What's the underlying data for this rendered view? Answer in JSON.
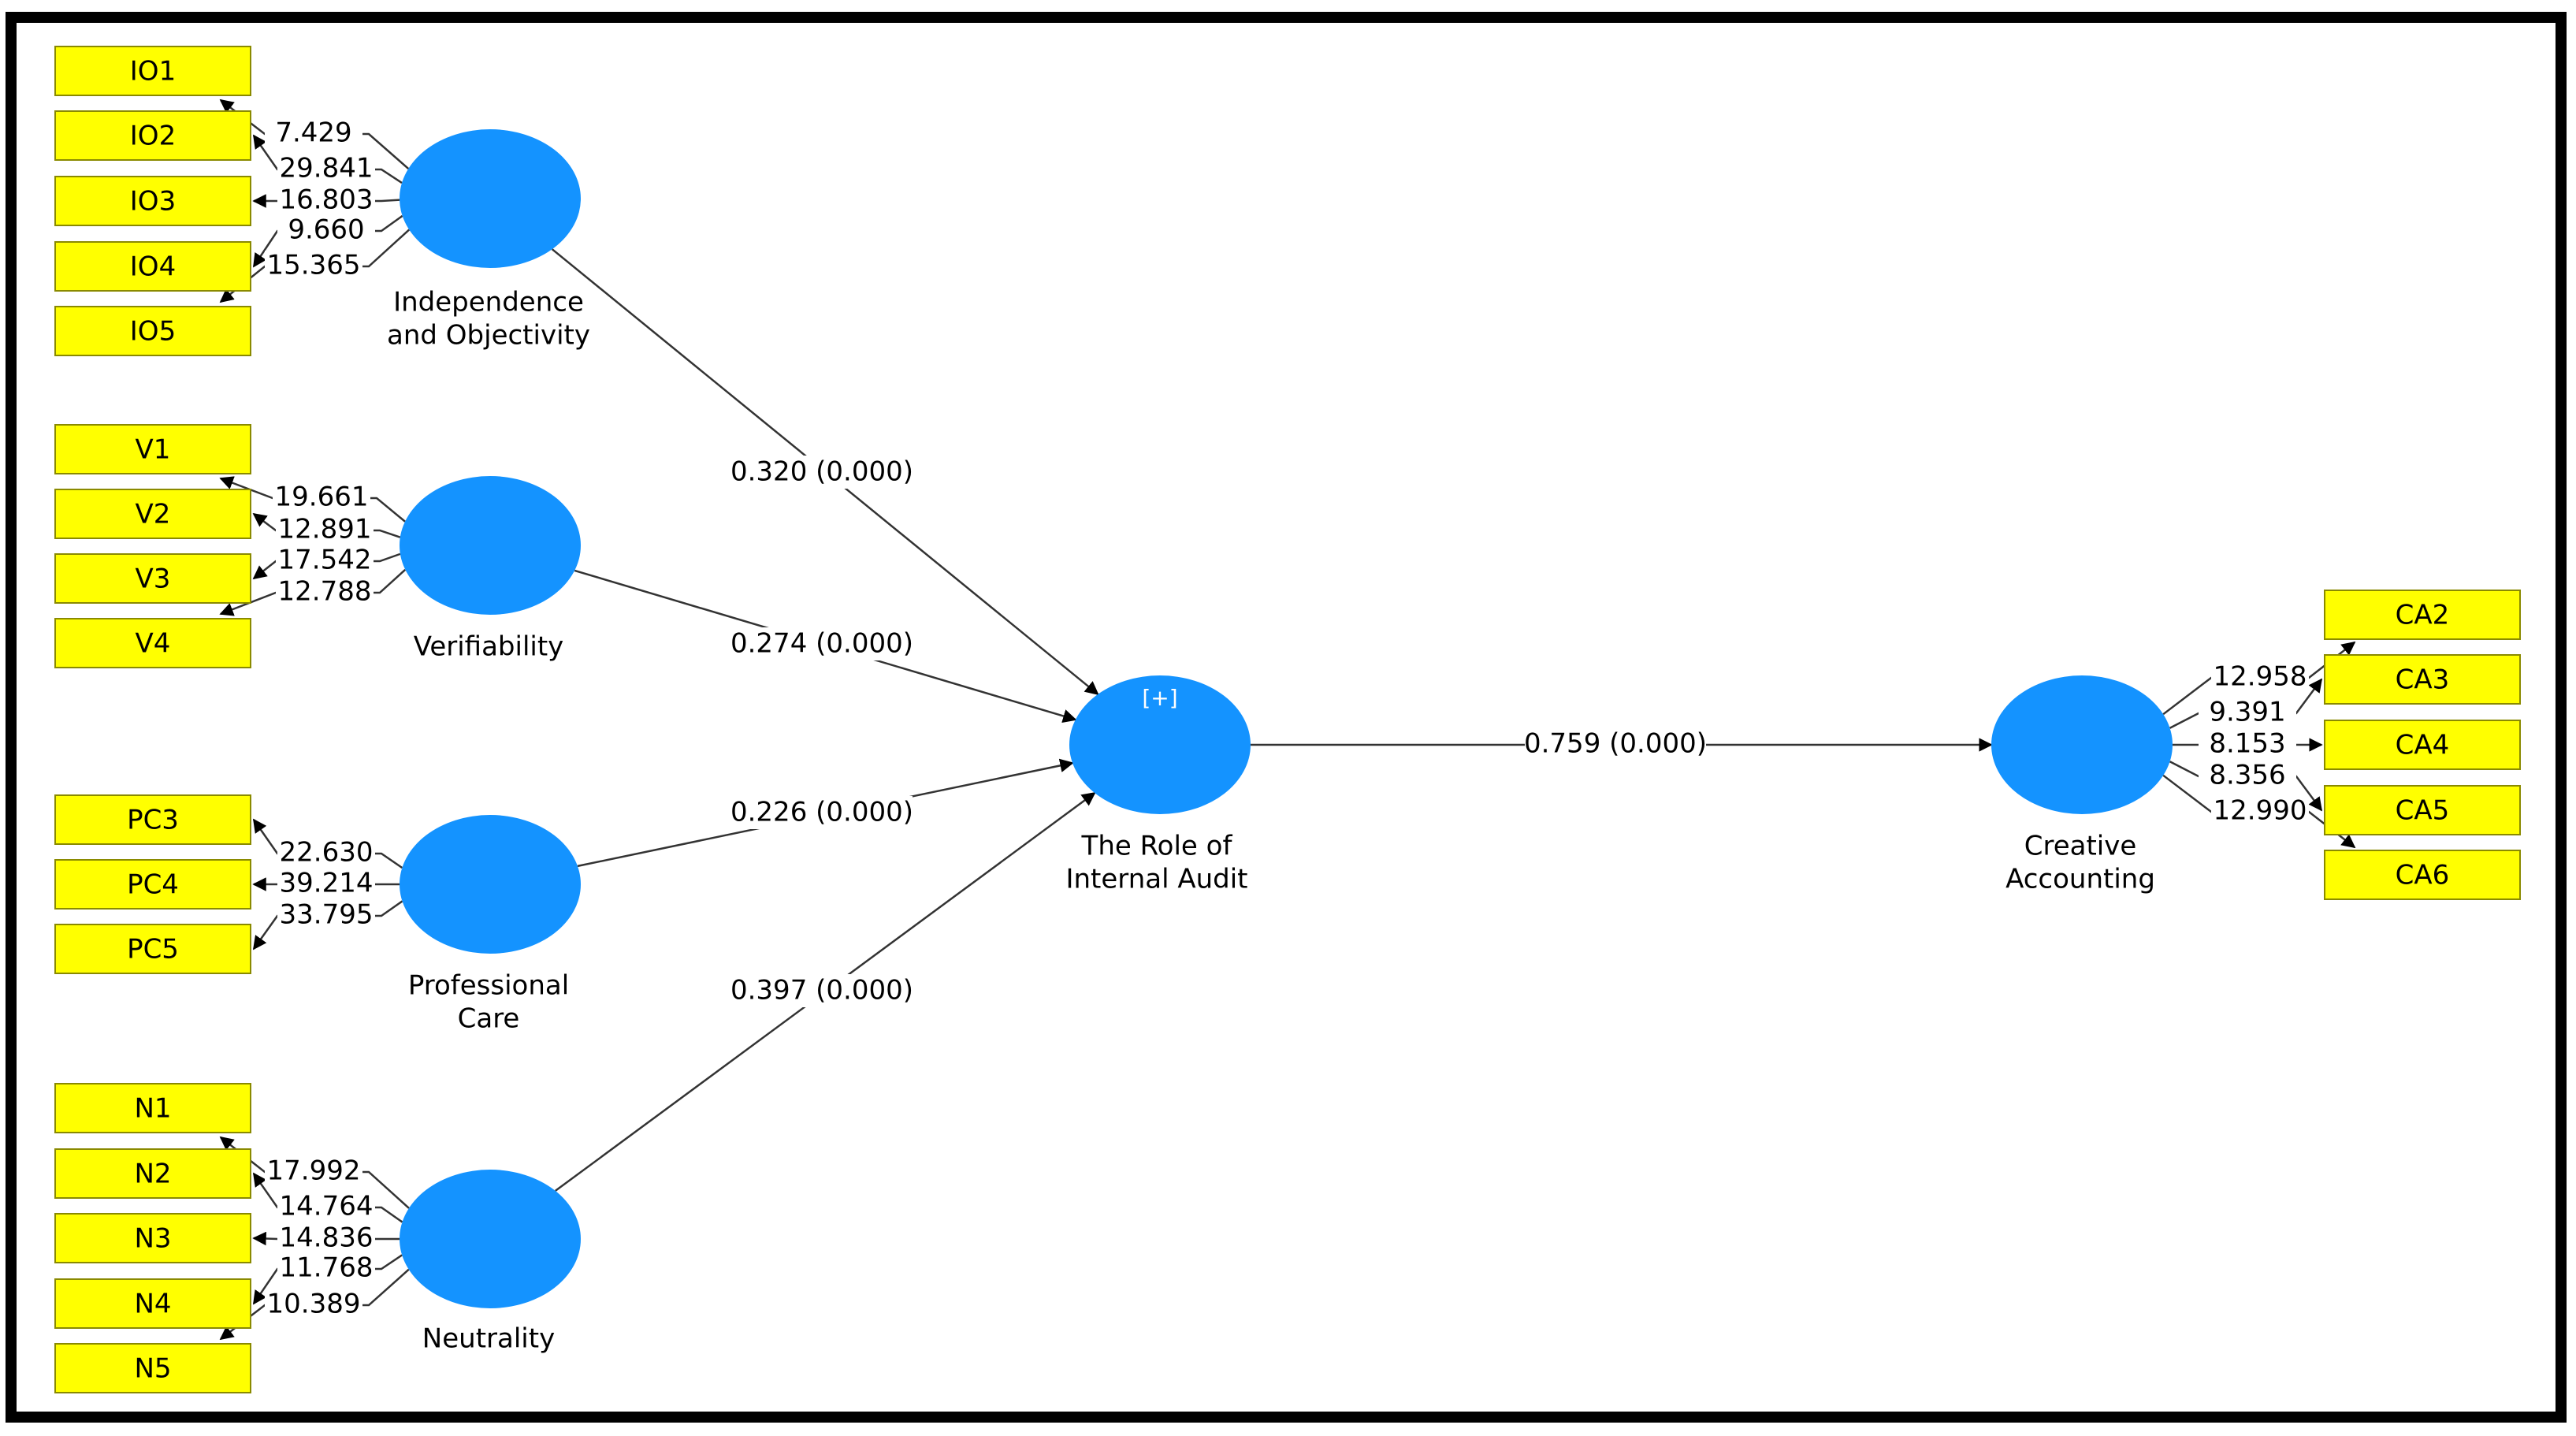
{
  "colors": {
    "indicator_fill": "#FFFF00",
    "indicator_border": "#8A8A00",
    "latent_fill": "#1493FF",
    "frame": "#000000",
    "line": "#333333",
    "background": "#FFFFFF"
  },
  "constructs": {
    "io": {
      "label_lines": [
        "Independence",
        "and Objectivity"
      ],
      "indicators": [
        "IO1",
        "IO2",
        "IO3",
        "IO4",
        "IO5"
      ],
      "loadings": [
        "7.429",
        "29.841",
        "16.803",
        "9.660",
        "15.365"
      ]
    },
    "v": {
      "label_lines": [
        "Verifiability"
      ],
      "indicators": [
        "V1",
        "V2",
        "V3",
        "V4"
      ],
      "loadings": [
        "19.661",
        "12.891",
        "17.542",
        "12.788"
      ]
    },
    "pc": {
      "label_lines": [
        "Professional",
        "Care"
      ],
      "indicators": [
        "PC3",
        "PC4",
        "PC5"
      ],
      "loadings": [
        "22.630",
        "39.214",
        "33.795"
      ]
    },
    "n": {
      "label_lines": [
        "Neutrality"
      ],
      "indicators": [
        "N1",
        "N2",
        "N3",
        "N4",
        "N5"
      ],
      "loadings": [
        "17.992",
        "14.764",
        "14.836",
        "11.768",
        "10.389"
      ]
    },
    "ria": {
      "label_lines": [
        "The Role of",
        "Internal Audit"
      ],
      "expand_label": "[+]"
    },
    "ca": {
      "label_lines": [
        "Creative",
        "Accounting"
      ],
      "indicators": [
        "CA2",
        "CA3",
        "CA4",
        "CA5",
        "CA6"
      ],
      "loadings": [
        "12.958",
        "9.391",
        "8.153",
        "8.356",
        "12.990"
      ]
    }
  },
  "paths": {
    "io_ria": "0.320 (0.000)",
    "v_ria": "0.274 (0.000)",
    "pc_ria": "0.226 (0.000)",
    "n_ria": "0.397 (0.000)",
    "ria_ca": "0.759 (0.000)"
  }
}
